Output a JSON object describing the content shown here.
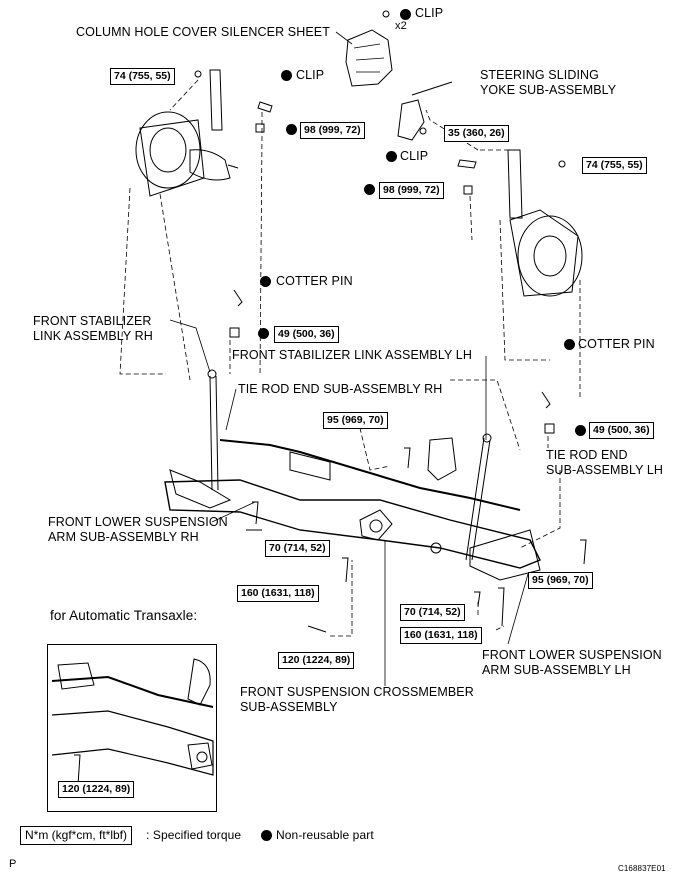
{
  "labels": {
    "clip_top": "CLIP",
    "x2": "x2",
    "column_hole": "COLUMN HOLE COVER SILENCER SHEET",
    "clip_left": "CLIP",
    "steering_sliding_1": "STEERING SLIDING",
    "steering_sliding_2": "YOKE SUB-ASSEMBLY",
    "clip_mid": "CLIP",
    "cotter_pin_rh": "COTTER PIN",
    "stab_link_rh_1": "FRONT STABILIZER",
    "stab_link_rh_2": "LINK ASSEMBLY RH",
    "stab_link_lh": "FRONT STABILIZER LINK ASSEMBLY LH",
    "cotter_pin_lh": "COTTER PIN",
    "tie_rod_rh": "TIE ROD END SUB-ASSEMBLY RH",
    "tie_rod_lh_1": "TIE ROD END",
    "tie_rod_lh_2": "SUB-ASSEMBLY LH",
    "lower_arm_rh_1": "FRONT LOWER SUSPENSION",
    "lower_arm_rh_2": "ARM SUB-ASSEMBLY RH",
    "automatic": "for Automatic Transaxle:",
    "crossmember_1": "FRONT SUSPENSION CROSSMEMBER",
    "crossmember_2": "SUB-ASSEMBLY",
    "lower_arm_lh_1": "FRONT LOWER SUSPENSION",
    "lower_arm_lh_2": "ARM SUB-ASSEMBLY LH",
    "corner_left": "P",
    "corner_right": "C168837E01"
  },
  "torques": {
    "t74_left": "74 (755, 55)",
    "t98_top": "98 (999, 72)",
    "t35": "35 (360, 26)",
    "t74_right": "74 (755, 55)",
    "t98_mid": "98 (999, 72)",
    "t49_rh": "49 (500, 36)",
    "t95_top": "95 (969, 70)",
    "t49_lh": "49 (500, 36)",
    "t70_left": "70 (714, 52)",
    "t160_left": "160 (1631, 118)",
    "t95_right": "95 (969, 70)",
    "t70_right": "70 (714, 52)",
    "t160_right": "160 (1631, 118)",
    "t120_main": "120 (1224, 89)",
    "t120_inset": "120 (1224, 89)"
  },
  "legend": {
    "torque_unit": "N*m (kgf*cm, ft*lbf)",
    "torque_desc": ": Specified torque",
    "non_reusable": "Non-reusable part"
  }
}
